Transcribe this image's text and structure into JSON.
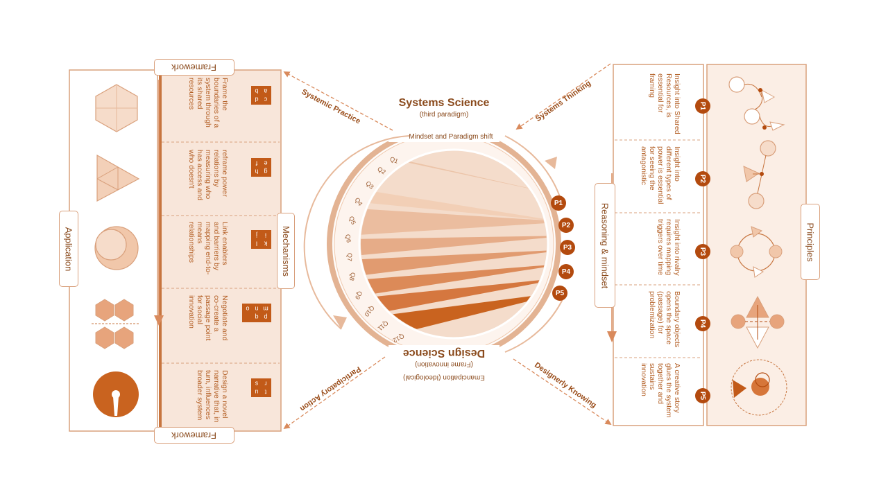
{
  "center": {
    "top_title": "Systems Science",
    "top_subtitle": "(third paradigm)",
    "top_caption": "Mindset and Paradigm shift",
    "bottom_title": "Design Science",
    "bottom_subtitle": "(Frame innovation)",
    "bottom_caption": "Emancipation (Ideological)",
    "q_labels": [
      "Q1",
      "Q2",
      "Q3",
      "Q4",
      "Q5",
      "Q6",
      "Q7",
      "Q8",
      "Q9",
      "Q10",
      "Q11",
      "Q12"
    ],
    "p_badges": [
      "P1",
      "P2",
      "P3",
      "P4",
      "P5"
    ]
  },
  "arrows": {
    "systemic_practice": "Systemic Practice",
    "systems_thinking": "Systems Thinking",
    "participatory_action": "Participatory Action",
    "designerly_knowing": "Designerly Knowing"
  },
  "left": {
    "framework_top": "Framework",
    "framework_bottom": "Framework",
    "mechanisms": "Mechanisms",
    "application": "Application",
    "rows": [
      {
        "letters": [
          "a",
          "b",
          "c",
          "d"
        ],
        "text": "Frame the boundaries of a system through its shared resources"
      },
      {
        "letters": [
          "e",
          "f",
          "g",
          "h"
        ],
        "text": "reframe power relations by measuring who has access and who doesn't"
      },
      {
        "letters": [
          "i",
          "j",
          "k",
          "l"
        ],
        "text": "Link enablers and barriers by mapping end-to-means relationships"
      },
      {
        "letters": [
          "m",
          "n",
          "o",
          "p",
          "q"
        ],
        "text": "Negotiate and co-create a passage point for social innovation"
      },
      {
        "letters": [
          "r",
          "s",
          "t",
          "u"
        ],
        "text": "Design a novel narrative that, in turn, influences broader system"
      }
    ]
  },
  "right": {
    "reasoning": "Reasoning & mindset",
    "principles": "Principles",
    "rows": [
      {
        "badge": "P1",
        "text": "Insight into Shared Resources, is essential for framing"
      },
      {
        "badge": "P2",
        "text": "Insight into different types of power is essential for seeing the antagonistic"
      },
      {
        "badge": "P3",
        "text": "Insight into rivalry requires mapping triggers over time"
      },
      {
        "badge": "P4",
        "text": "Boundary objects opens the space (passage) for problemization"
      },
      {
        "badge": "P5",
        "text": "A creative story glues the system together and sustains innovation"
      }
    ]
  },
  "colors": {
    "accent": "#c25a18",
    "badge": "#b34a0e",
    "light": "#f6e3d6",
    "line": "#d9a07c"
  }
}
